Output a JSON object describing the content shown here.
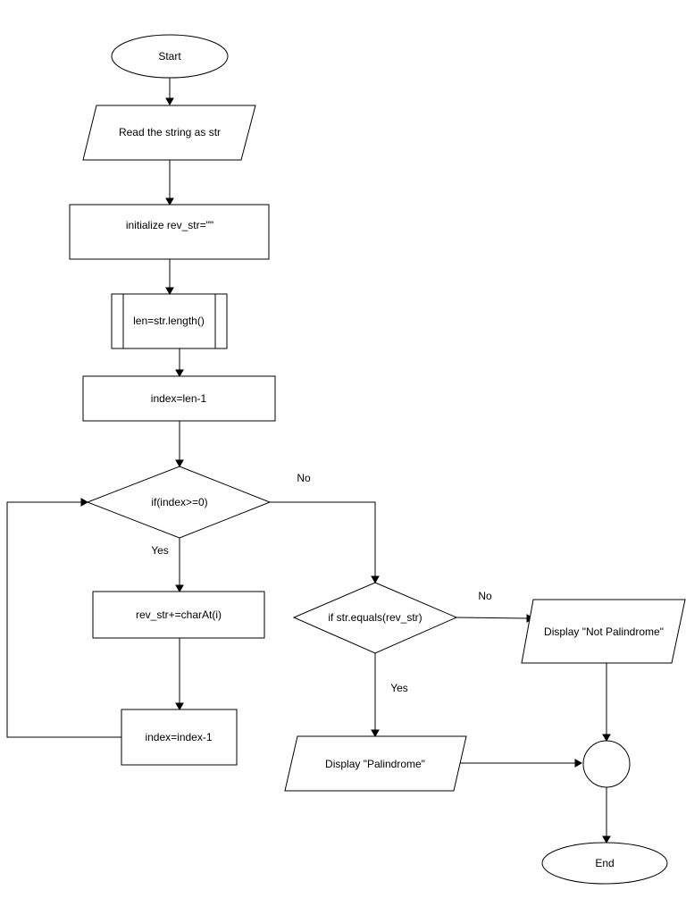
{
  "diagram": {
    "nodes": {
      "start": "Start",
      "read": "Read the string as str",
      "init": "initialize rev_str=\"\"",
      "len": "len=str.length()",
      "index_init": "index=len-1",
      "cond_index": "if(index>=0)",
      "append": "rev_str+=charAt(i)",
      "decrement": "index=index-1",
      "cond_equals": "if str.equals(rev_str)",
      "not_pal": "Display  \"Not Palindrome\"",
      "pal": "Display \"Palindrome\"",
      "end": "End"
    },
    "edge_labels": {
      "cond_index_no": "No",
      "cond_index_yes": "Yes",
      "cond_equals_no": "No",
      "cond_equals_yes": "Yes"
    },
    "connector_label": ""
  }
}
